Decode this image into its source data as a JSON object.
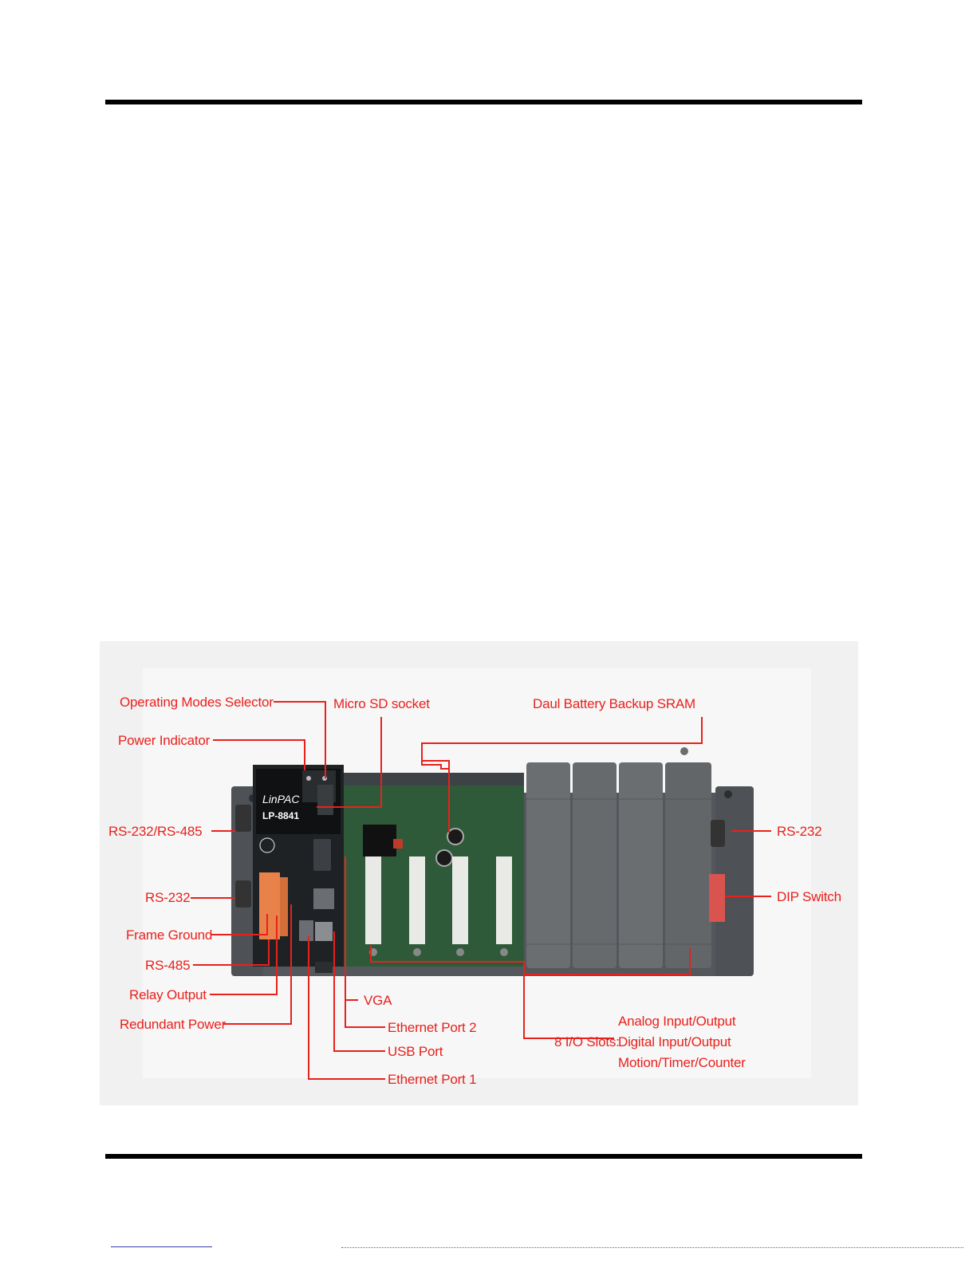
{
  "device": {
    "brand": "LinPAC",
    "model": "LP-8841"
  },
  "callouts": {
    "operating_modes_selector": "Operating Modes Selector",
    "micro_sd_socket": "Micro SD  socket",
    "dual_battery_sram": "Daul Battery Backup SRAM",
    "power_indicator": "Power Indicator",
    "rs232_rs485": "RS-232/RS-485",
    "rs232_left": "RS-232",
    "frame_ground": "Frame Ground",
    "rs485": "RS-485",
    "relay_output": "Relay Output",
    "redundant_power": "Redundant Power",
    "vga": "VGA",
    "ethernet_port_2": "Ethernet Port 2",
    "usb_port": "USB Port",
    "ethernet_port_1": "Ethernet Port 1",
    "io_slots": "8 I/O Slots:",
    "io_analog": "Analog Input/Output",
    "io_digital": "Digital Input/Output",
    "io_motion": "Motion/Timer/Counter",
    "rs232_right": "RS-232",
    "dip_switch": "DIP Switch"
  },
  "colors": {
    "callout": "#e8211c",
    "chassis": "#5a5e62",
    "pcb": "#2f5a3a",
    "module": "#6b6e71",
    "rule": "#000000"
  }
}
